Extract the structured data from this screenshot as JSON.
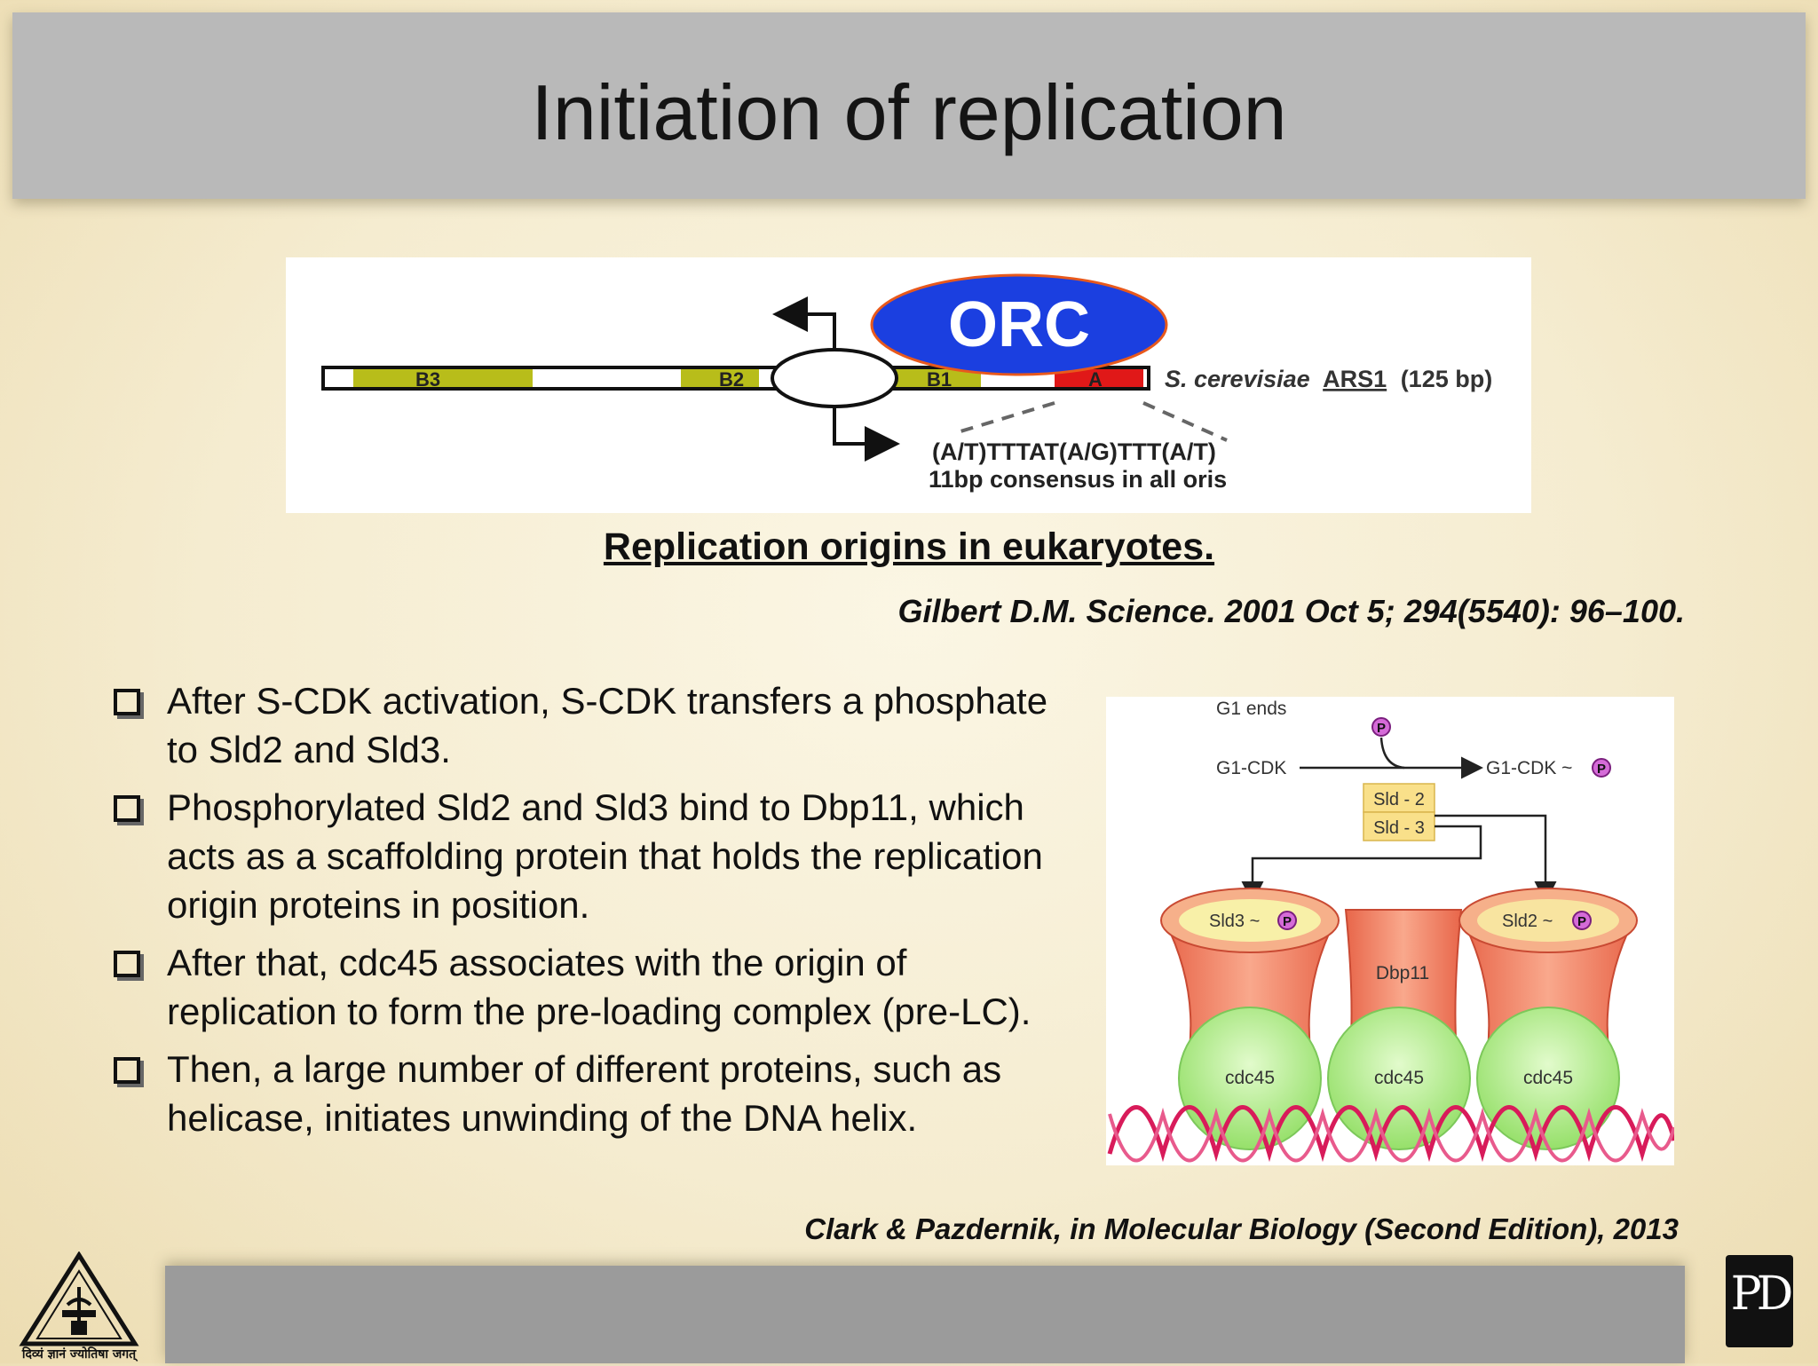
{
  "title": "Initiation of replication",
  "figure1": {
    "orc": "ORC",
    "b3": "B3",
    "b2": "B2",
    "b1": "B1",
    "a": "A",
    "species": "S. cerevisiae",
    "ars": "ARS1",
    "length": "(125 bp)",
    "consensus": "(A/T)TTTAT(A/G)TTT(A/T)",
    "consensus_note": "11bp consensus in all oris",
    "colors": {
      "orc": "#1b3fe0",
      "element": "#b8bd1a",
      "a_element": "#e01818"
    }
  },
  "caption": "Replication origins in eukaryotes.",
  "reference1": "Gilbert D.M. Science. 2001 Oct 5; 294(5540): 96–100.",
  "bullets": [
    "After S-CDK activation, S-CDK transfers a phosphate to Sld2 and Sld3.",
    "Phosphorylated Sld2 and Sld3 bind to Dbp11, which acts as a scaffolding protein that holds the replication origin proteins in position.",
    "After that, cdc45 associates with the origin of replication to form the pre-loading complex (pre-LC).",
    "Then, a large number of different proteins, such as helicase, initiates unwinding of the DNA helix."
  ],
  "figure2": {
    "g1_ends": "G1 ends",
    "p": "P",
    "g1_cdk": "G1-CDK",
    "g1_cdk_p": "G1-CDK ~",
    "sld2": "Sld - 2",
    "sld3": "Sld - 3",
    "sld3_p": "Sld3 ~",
    "sld2_p": "Sld2 ~",
    "dbp11": "Dbp11",
    "cdc45": "cdc45",
    "colors": {
      "protein": "#f2876c",
      "cdc45": "#b7ec8f",
      "phospho": "#c23cc8",
      "dna": "#d81b5a"
    }
  },
  "reference2": "Clark & Pazdernik, in Molecular Biology (Second Edition), 2013",
  "logo_left": {
    "text": "दिव्यं ज्ञानं ज्योतिषा जगत्"
  },
  "logo_right": {
    "text": "PD"
  }
}
